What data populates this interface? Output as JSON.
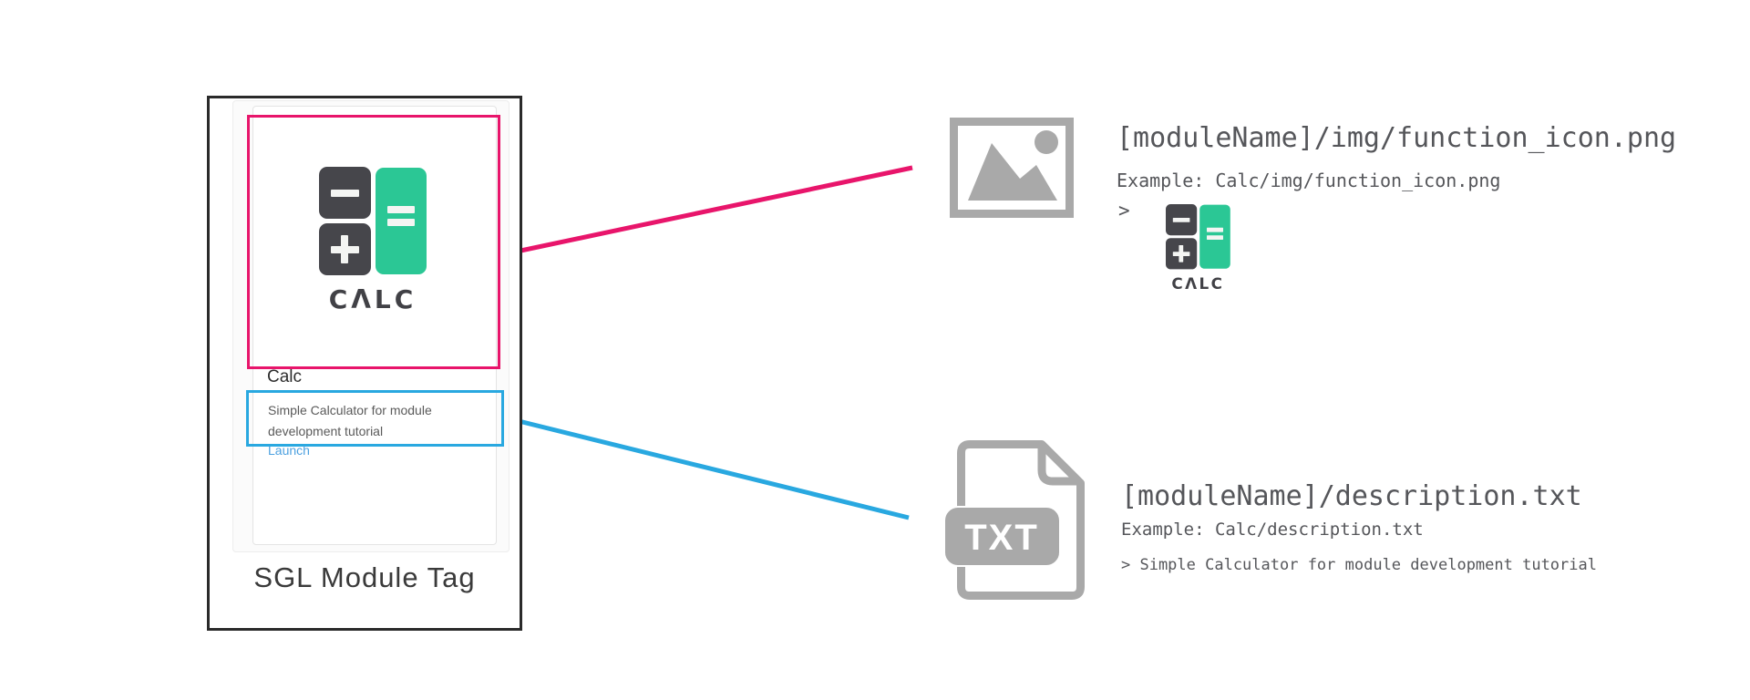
{
  "colors": {
    "pink_accent": "#e8156b",
    "blue_accent": "#29a8e0",
    "green_accent": "#2bc795",
    "dark_key": "#46464b",
    "icon_gray": "#a9a9a9",
    "border_black": "#2a2a2a",
    "link_blue": "#4da1e0"
  },
  "module_card": {
    "caption": "SGL Module Tag",
    "title": "Calc",
    "description": [
      "Simple Calculator for module",
      "development tutorial"
    ],
    "launch": "Launch",
    "logo": "CΛLC"
  },
  "function_icon_section": {
    "path": "[moduleName]/img/function_icon.png",
    "example": "Example: Calc/img/function_icon.png",
    "prompt": ">",
    "logo": "CΛLC"
  },
  "description_section": {
    "path": "[moduleName]/description.txt",
    "example": "Example: Calc/description.txt",
    "output": "> Simple Calculator for module development tutorial"
  },
  "txt_icon_label": "TXT"
}
